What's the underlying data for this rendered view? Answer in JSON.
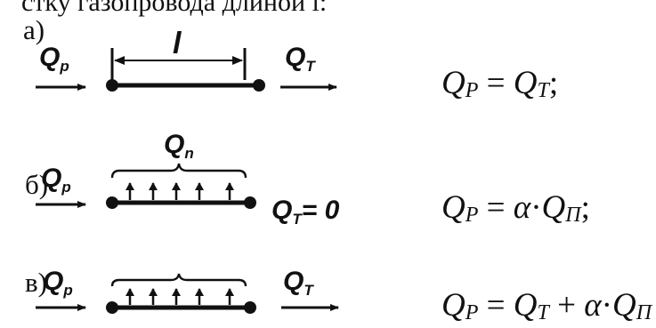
{
  "top_cut_text": "стку газопровода длиной l:",
  "rows": [
    {
      "label": "а)",
      "q_in": {
        "symbol": "Q",
        "sub": "p"
      },
      "length_label": "l",
      "q_out": {
        "symbol": "Q",
        "sub": "T"
      },
      "formula": {
        "lhs": "Q",
        "lhs_sub": "P",
        "eq": " = ",
        "t1": "Q",
        "t1_sub": "T",
        "tail": ";"
      }
    },
    {
      "label": "б)",
      "q_in": {
        "symbol": "Q",
        "sub": "p"
      },
      "brace_label": {
        "symbol": "Q",
        "sub": "n"
      },
      "q_out": {
        "symbol": "Q",
        "sub": "T",
        "tail": "= 0"
      },
      "formula": {
        "lhs": "Q",
        "lhs_sub": "P",
        "eq": " = ",
        "alpha": "α",
        "dot": "·",
        "t1": "Q",
        "t1_sub": "П",
        "tail": ";"
      }
    },
    {
      "label": "в)",
      "q_in": {
        "symbol": "Q",
        "sub": "p"
      },
      "q_out": {
        "symbol": "Q",
        "sub": "T"
      },
      "formula": {
        "lhs": "Q",
        "lhs_sub": "P",
        "eq": " = ",
        "t1": "Q",
        "t1_sub": "T",
        "plus": " + ",
        "alpha": "α",
        "dot": "·",
        "t2": "Q",
        "t2_sub": "П"
      }
    }
  ]
}
